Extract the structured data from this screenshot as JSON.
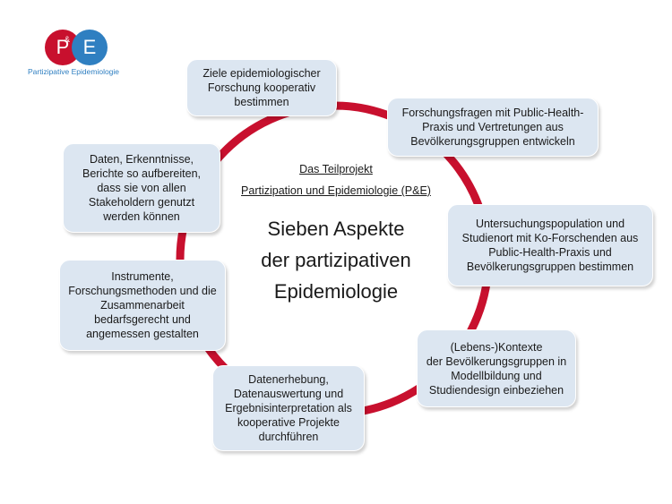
{
  "logo": {
    "letter_left": "P",
    "letter_right": "E",
    "ampersand": "&",
    "subtitle": "Partizipative Epidemiologie"
  },
  "center": {
    "subtitle_1": "Das Teilprojekt",
    "subtitle_2": "Partizipation und Epidemiologie (P&E)",
    "title": "Sieben Aspekte\nder partizipativen\nEpidemiologie"
  },
  "aspects": [
    "Ziele epidemiologischer\nForschung kooperativ\nbestimmen",
    "Forschungsfragen mit Public-Health-\nPraxis und Vertretungen aus\nBevölkerungsgruppen entwickeln",
    "Untersuchungspopulation und\nStudienort mit Ko-Forschenden aus\nPublic-Health-Praxis und\nBevölkerungsgruppen bestimmen",
    "(Lebens-)Kontexte\nder Bevölkerungsgruppen in\nModellbildung und\nStudiendesign einbeziehen",
    "Datenerhebung,\nDatenauswertung und\nErgebnisinterpretation als\nkooperative Projekte\ndurchführen",
    "Instrumente,\nForschungsmethoden und die\nZusammenarbeit\nbedarfsgerecht und\nangemessen gestalten",
    "Daten, Erkenntnisse,\nBerichte so aufbereiten,\ndass sie von allen\nStakeholdern genutzt\nwerden können"
  ],
  "colors": {
    "ring": "#c8102e",
    "box_fill": "#dce6f1",
    "logo_red": "#c8102e",
    "logo_blue": "#2f7fc1"
  }
}
